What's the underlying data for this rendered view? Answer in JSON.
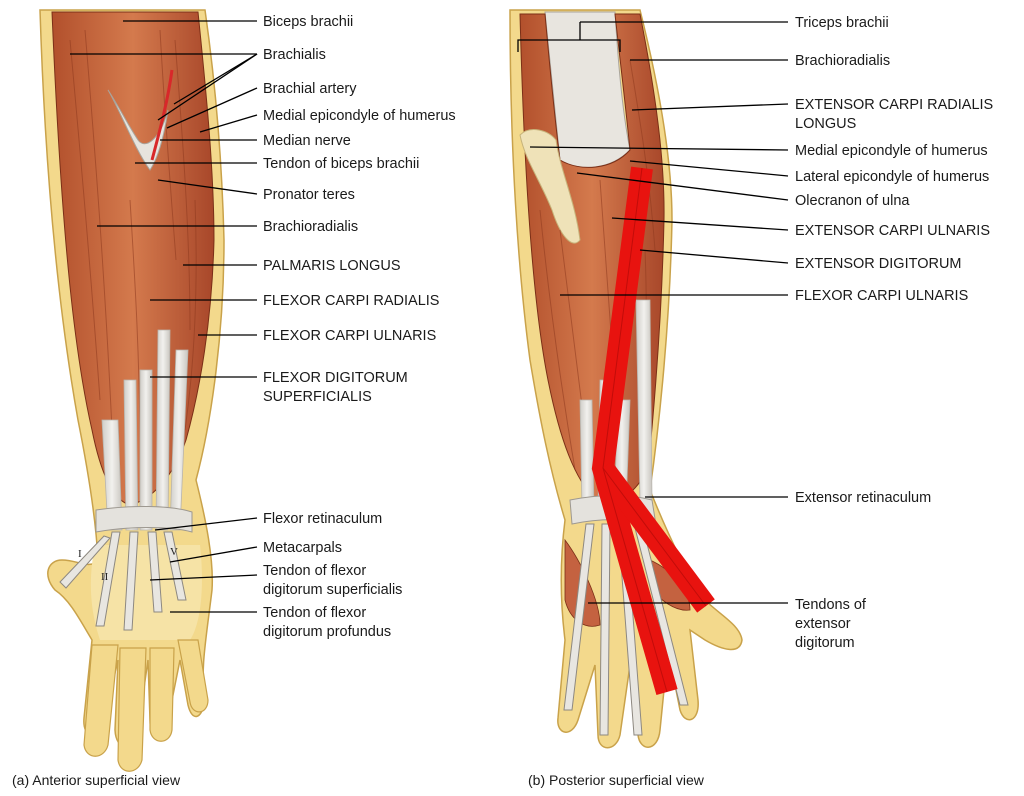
{
  "anterior": {
    "caption": "(a) Anterior superficial view",
    "labels": {
      "biceps_brachii": "Biceps brachii",
      "brachialis": "Brachialis",
      "brachial_artery": "Brachial artery",
      "medial_epicondyle": "Medial epicondyle of humerus",
      "median_nerve": "Median nerve",
      "tendon_biceps": "Tendon of biceps brachii",
      "pronator_teres": "Pronator teres",
      "brachioradialis": "Brachioradialis",
      "palmaris_longus": "PALMARIS LONGUS",
      "flexor_carpi_radialis": "FLEXOR CARPI RADIALIS",
      "flexor_carpi_ulnaris": "FLEXOR CARPI ULNARIS",
      "fds_line1": "FLEXOR DIGITORUM",
      "fds_line2": "SUPERFICIALIS",
      "flexor_retinaculum": "Flexor retinaculum",
      "metacarpals": "Metacarpals",
      "tfds_line1": "Tendon of flexor",
      "tfds_line2": "digitorum superficialis",
      "tfdp_line1": "Tendon of flexor",
      "tfdp_line2": "digitorum profundus"
    },
    "numerals": {
      "i": "I",
      "ii": "II",
      "v": "V"
    }
  },
  "posterior": {
    "caption": "(b) Posterior superficial view",
    "labels": {
      "triceps_brachii": "Triceps brachii",
      "brachioradialis": "Brachioradialis",
      "ecrl_line1": "EXTENSOR CARPI RADIALIS",
      "ecrl_line2": "LONGUS",
      "medial_epicondyle": "Medial epicondyle of humerus",
      "lateral_epicondyle": "Lateral epicondyle of humerus",
      "olecranon": "Olecranon of ulna",
      "extensor_carpi_ulnaris": "EXTENSOR CARPI ULNARIS",
      "extensor_digitorum": "EXTENSOR DIGITORUM",
      "flexor_carpi_ulnaris": "FLEXOR CARPI ULNARIS",
      "extensor_retinaculum": "Extensor retinaculum",
      "ted_line1": "Tendons of",
      "ted_line2": "extensor",
      "ted_line3": "digitorum"
    }
  },
  "colors": {
    "skin": "#f3d98c",
    "muscle": "#c9663e",
    "muscle_dark": "#8f3a1f",
    "tendon": "#e6e4e0",
    "overlay": "#e8130f"
  }
}
